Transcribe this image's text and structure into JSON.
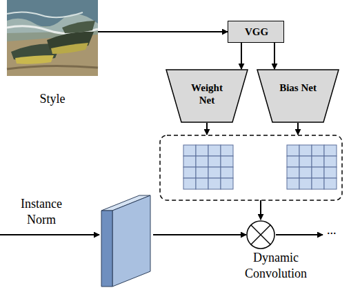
{
  "diagram": {
    "nodes": [
      {
        "text": [
          "Style"
        ]
      },
      {
        "text": [
          "VGG"
        ]
      },
      {
        "text": [
          "Weight Net"
        ]
      },
      {
        "text": [
          "Bias Net"
        ]
      },
      {
        "text": [
          "Instance Norm"
        ]
      },
      {
        "text": [
          "Dynamic Convolution"
        ]
      }
    ],
    "edges": [
      {
        "from": 0,
        "to": 1,
        "arrow": "to"
      },
      {
        "from": 1,
        "to": 2,
        "arrow": "to"
      },
      {
        "from": 1,
        "to": 3,
        "arrow": "to"
      },
      {
        "from": 4,
        "to": 5,
        "arrow": "to"
      }
    ],
    "labels": [
      "..."
    ]
  }
}
